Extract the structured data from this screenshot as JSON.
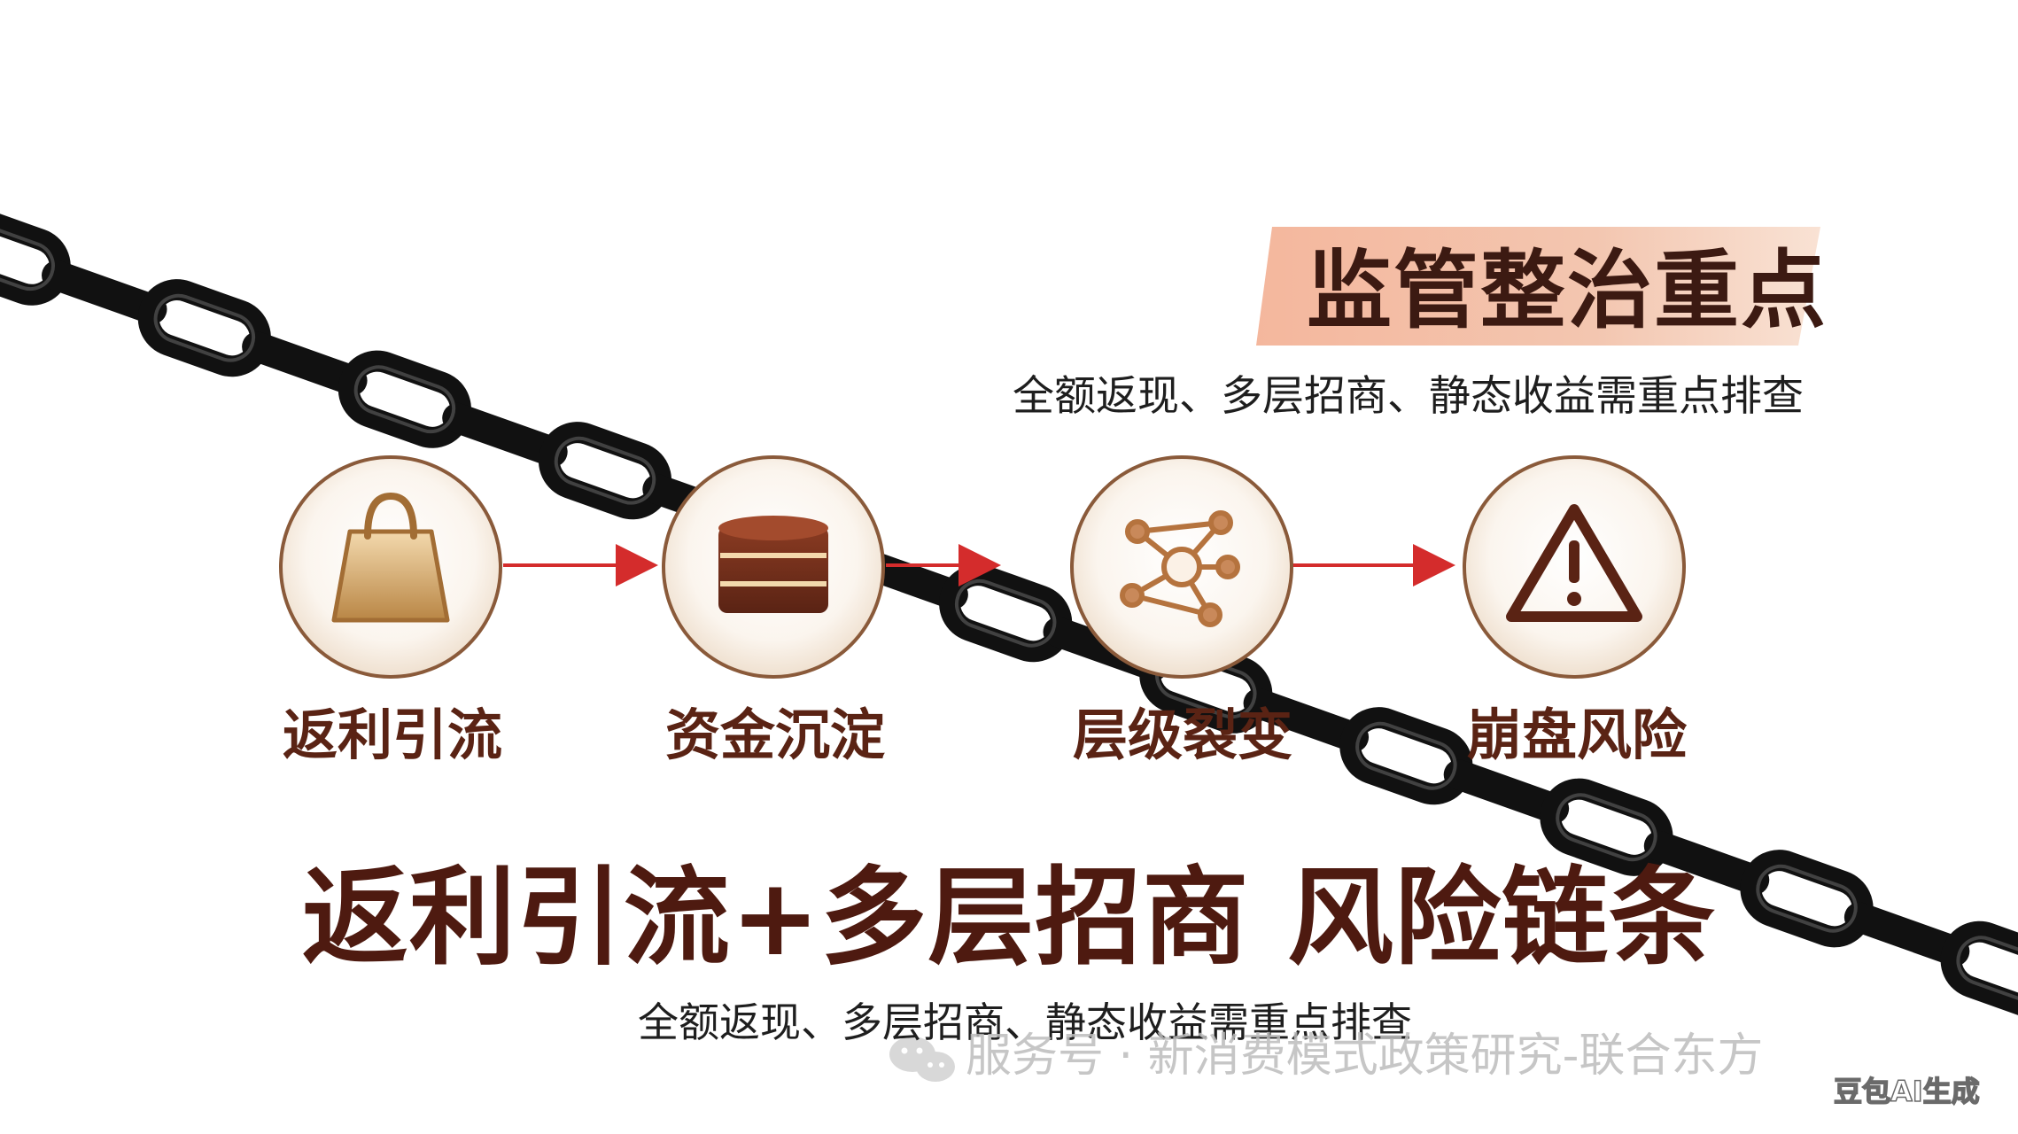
{
  "tag": {
    "text": "监管整治重点",
    "subtitle": "全额返现、多层招商、静态收益需重点排查"
  },
  "flow": {
    "steps": [
      {
        "label": "返利引流",
        "icon": "shopping-bag-icon"
      },
      {
        "label": "资金沉淀",
        "icon": "coin-stack-icon"
      },
      {
        "label": "层级裂变",
        "icon": "network-icon"
      },
      {
        "label": "崩盘风险",
        "icon": "warning-icon"
      }
    ]
  },
  "main": {
    "title": "返利引流+多层招商 风险链条",
    "subtitle": "全额返现、多层招商、静态收益需重点排查"
  },
  "watermark": {
    "icon": "wechat-icon",
    "text": "服务号 · 新消费模式政策研究-联合东方"
  },
  "ai_badge": "豆包AI生成",
  "colors": {
    "chain": "#1a1a1a",
    "accent_brown": "#5a2314",
    "gold": "#c9955c",
    "arrow_red": "#d42c2c",
    "tag_fill": "#f1a98c",
    "circle_border": "#8a5a3a"
  }
}
